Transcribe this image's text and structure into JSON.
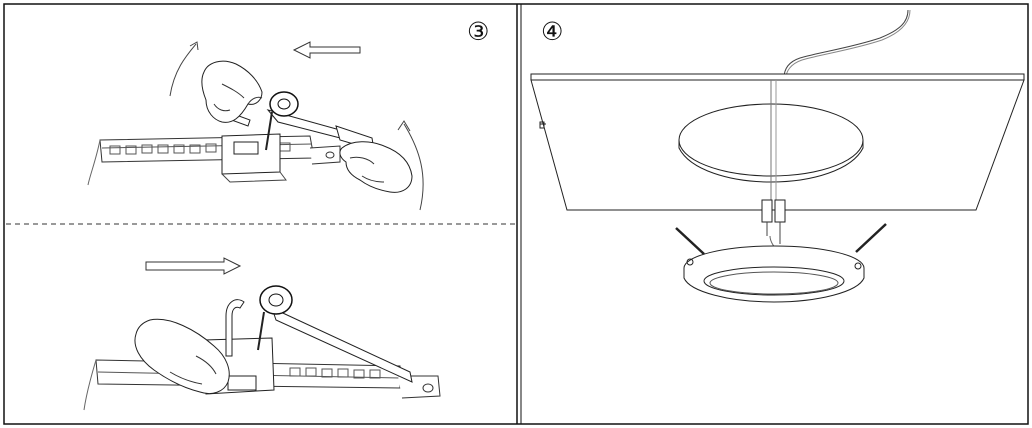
{
  "panels": [
    {
      "id": "step-3",
      "step_label": "③",
      "subpanels": [
        "rotate-handle-left",
        "push-handle-right"
      ]
    },
    {
      "id": "step-4",
      "step_label": "④"
    }
  ],
  "arrows": {
    "top": "left",
    "bottom": "right"
  },
  "colors": {
    "line": "#222222",
    "light_line": "#777777",
    "background": "#ffffff"
  }
}
